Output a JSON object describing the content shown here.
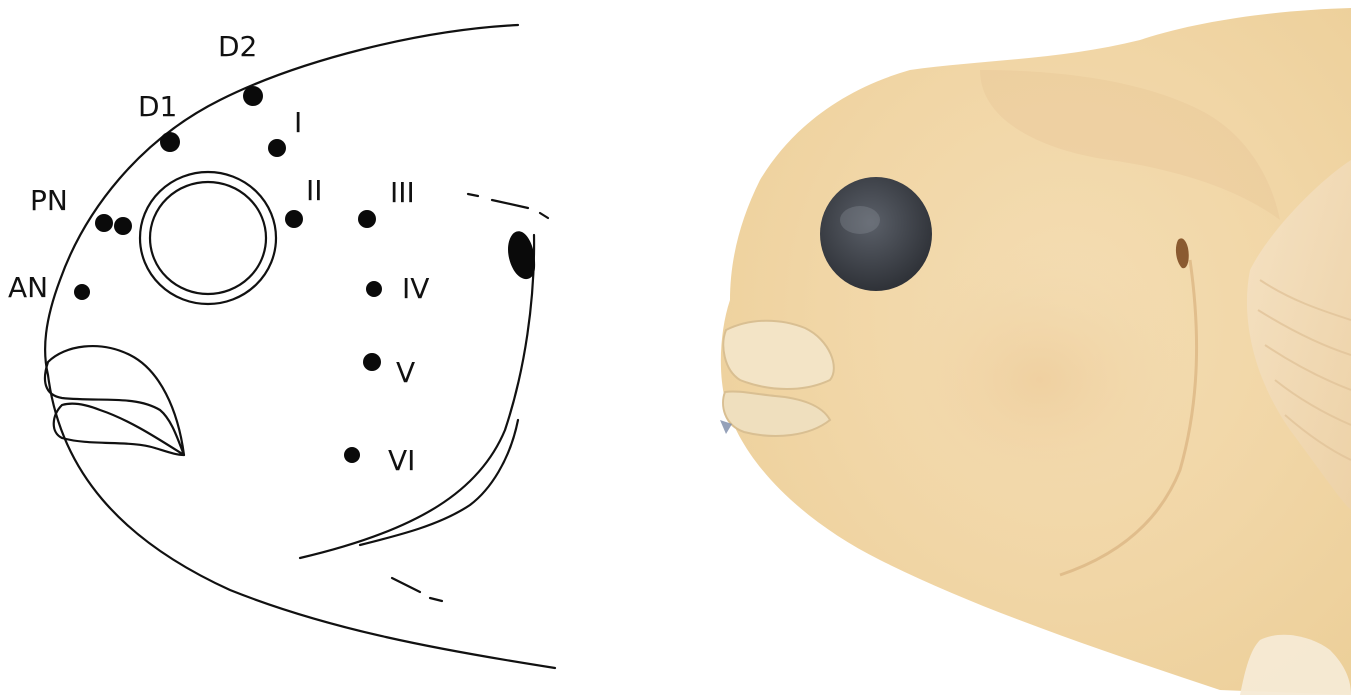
{
  "figure": {
    "labels": {
      "d2": "D2",
      "d1": "D1",
      "pn": "PN",
      "an": "AN",
      "i": "I",
      "ii": "II",
      "iii": "III",
      "iv": "IV",
      "v": "V",
      "vi": "VI"
    },
    "colors": {
      "line": "#111111",
      "photo_body": "#f3dcb0",
      "photo_eye": "#4a4f58"
    }
  }
}
